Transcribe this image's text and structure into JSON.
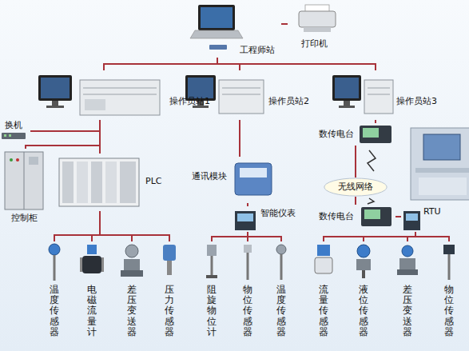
{
  "diagram": {
    "nodes": [
      {
        "text": [
          "工程师站"
        ]
      },
      {
        "text": [
          "打印机"
        ]
      },
      {
        "text": [
          "操作员站1"
        ]
      },
      {
        "text": [
          "操作员站2"
        ]
      },
      {
        "text": [
          "操作员站3"
        ]
      },
      {
        "text": [
          "换机"
        ]
      },
      {
        "text": [
          "控制柜"
        ]
      },
      {
        "text": [
          "PLC"
        ]
      },
      {
        "text": [
          "通讯模块"
        ]
      },
      {
        "text": [
          "智能仪表"
        ]
      },
      {
        "text": [
          "数传电台"
        ]
      },
      {
        "text": [
          "无线网络"
        ]
      },
      {
        "text": [
          "数传电台"
        ]
      },
      {
        "text": [
          "RTU"
        ]
      },
      {
        "text": [
          "温度传感器"
        ]
      },
      {
        "text": [
          "电磁流量计"
        ]
      },
      {
        "text": [
          "差压变送器"
        ]
      },
      {
        "text": [
          "压力传感器"
        ]
      },
      {
        "text": [
          "阻旋物位计"
        ]
      },
      {
        "text": [
          "物位传感器"
        ]
      },
      {
        "text": [
          "温度传感器"
        ]
      },
      {
        "text": [
          "流量传感器"
        ]
      },
      {
        "text": [
          "液位传感器"
        ]
      },
      {
        "text": [
          "差压变送器"
        ]
      },
      {
        "text": [
          "物位传感器"
        ]
      }
    ],
    "edges": [
      {
        "from": 0,
        "to": 1,
        "arrow": "none"
      },
      {
        "from": 0,
        "to": 2,
        "arrow": "none"
      },
      {
        "from": 0,
        "to": 3,
        "arrow": "none"
      },
      {
        "from": 0,
        "to": 4,
        "arrow": "none"
      },
      {
        "from": 2,
        "to": 5,
        "arrow": "none"
      },
      {
        "from": 2,
        "to": 6,
        "arrow": "none"
      },
      {
        "from": 2,
        "to": 7,
        "arrow": "none"
      },
      {
        "from": 3,
        "to": 8,
        "arrow": "none"
      },
      {
        "from": 8,
        "to": 9,
        "arrow": "none"
      },
      {
        "from": 4,
        "to": 10,
        "arrow": "none"
      },
      {
        "from": 10,
        "to": 11,
        "arrow": "none"
      },
      {
        "from": 11,
        "to": 12,
        "arrow": "none"
      },
      {
        "from": 12,
        "to": 13,
        "arrow": "none"
      },
      {
        "from": 7,
        "to": 14,
        "arrow": "none"
      },
      {
        "from": 7,
        "to": 15,
        "arrow": "none"
      },
      {
        "from": 7,
        "to": 16,
        "arrow": "none"
      },
      {
        "from": 7,
        "to": 17,
        "arrow": "none"
      },
      {
        "from": 9,
        "to": 18,
        "arrow": "none"
      },
      {
        "from": 9,
        "to": 19,
        "arrow": "none"
      },
      {
        "from": 9,
        "to": 20,
        "arrow": "none"
      },
      {
        "from": 13,
        "to": 21,
        "arrow": "none"
      },
      {
        "from": 13,
        "to": 22,
        "arrow": "none"
      },
      {
        "from": 13,
        "to": 23,
        "arrow": "none"
      },
      {
        "from": 13,
        "to": 24,
        "arrow": "none"
      }
    ]
  }
}
